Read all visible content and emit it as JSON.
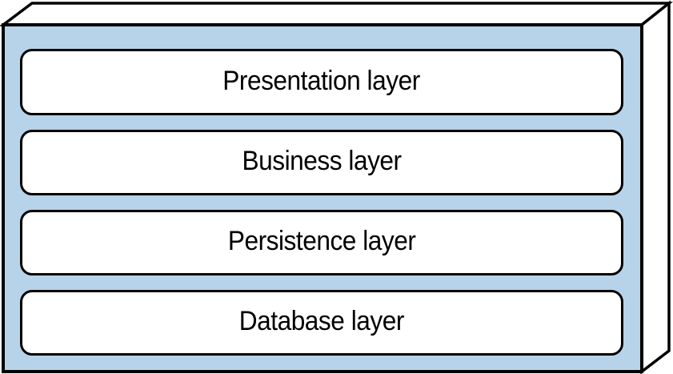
{
  "layers": [
    {
      "label": "Presentation layer"
    },
    {
      "label": "Business layer"
    },
    {
      "label": "Persistence layer"
    },
    {
      "label": "Database layer"
    }
  ],
  "colors": {
    "panel_fill": "#b7d3e9",
    "side_face_fill": "#ffffff",
    "layer_fill": "#ffffff",
    "outline": "#000000",
    "text": "#000000"
  }
}
